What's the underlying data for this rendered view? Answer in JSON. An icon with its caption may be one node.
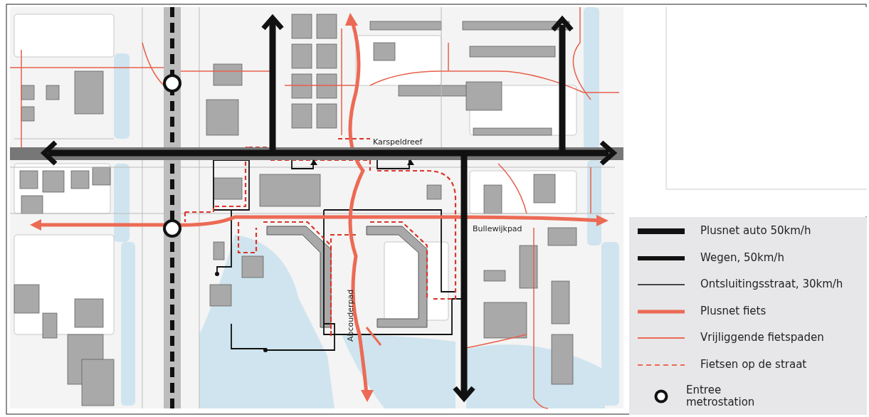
{
  "diagram": {
    "labels": [
      "Karspeldreef",
      "Bullewijkpad",
      "Abcouderpad"
    ],
    "legend": [
      {
        "text": "Plusnet auto 50km/h"
      },
      {
        "text": "Wegen, 50km/h"
      },
      {
        "text": "Ontsluitingsstraat, 30km/h"
      },
      {
        "text": "Plusnet fiets"
      },
      {
        "text": "Vrijliggende fietspaden"
      },
      {
        "text": "Fietsen op de straat"
      },
      {
        "text": "Entree metrostation"
      }
    ]
  }
}
